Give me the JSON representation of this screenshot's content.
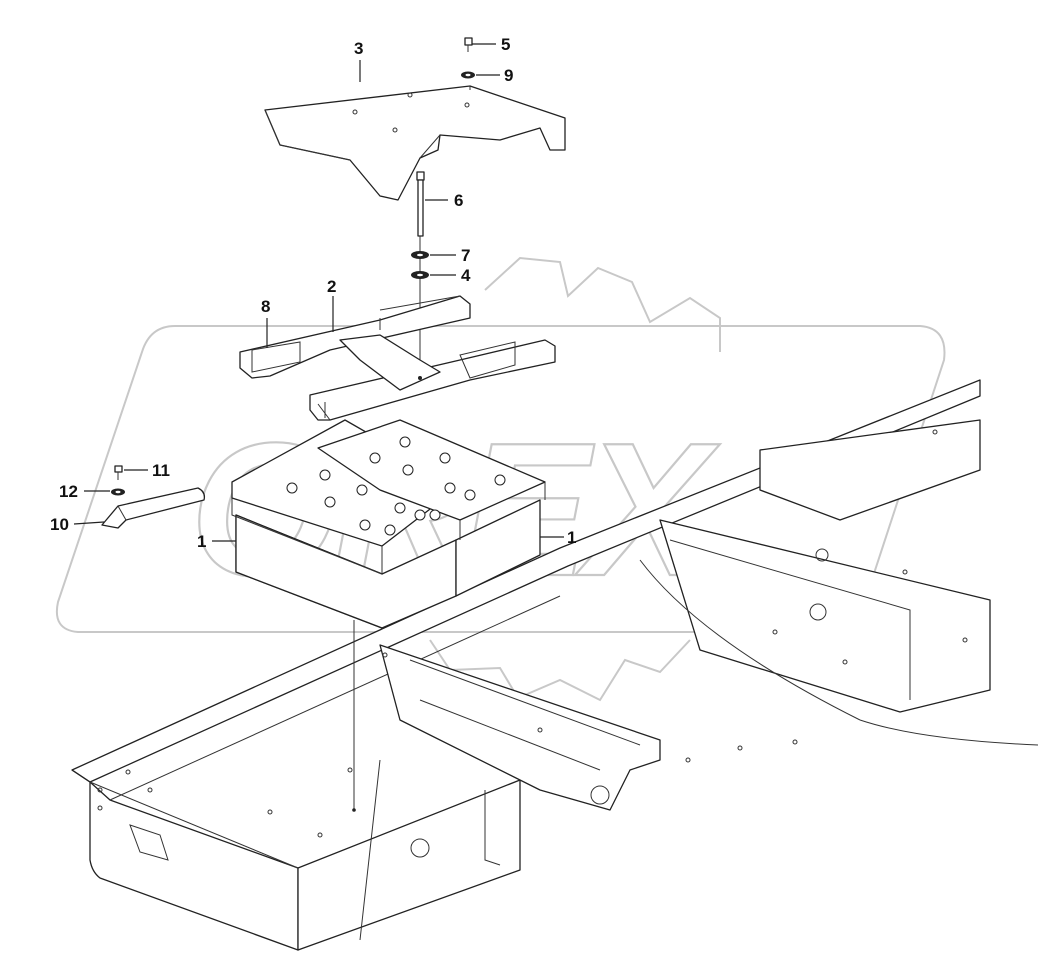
{
  "diagram": {
    "callouts": [
      {
        "id": "c1a",
        "label": "1"
      },
      {
        "id": "c1b",
        "label": "1"
      },
      {
        "id": "c2",
        "label": "2"
      },
      {
        "id": "c3",
        "label": "3"
      },
      {
        "id": "c4",
        "label": "4"
      },
      {
        "id": "c5",
        "label": "5"
      },
      {
        "id": "c6",
        "label": "6"
      },
      {
        "id": "c7",
        "label": "7"
      },
      {
        "id": "c8",
        "label": "8"
      },
      {
        "id": "c9",
        "label": "9"
      },
      {
        "id": "c10",
        "label": "10"
      },
      {
        "id": "c11",
        "label": "11"
      },
      {
        "id": "c12",
        "label": "12"
      }
    ],
    "watermark": "OREX",
    "colors": {
      "line": "#222222",
      "watermark": "#c8c8c8",
      "background": "#ffffff"
    }
  }
}
